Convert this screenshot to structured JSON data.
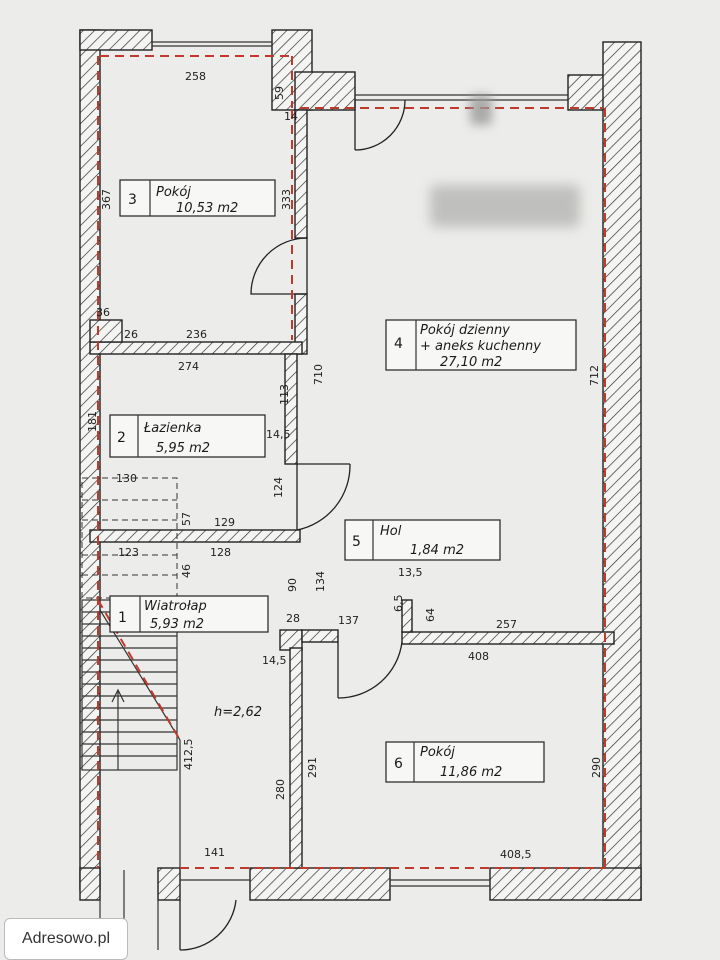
{
  "watermark": "Adresowo.pl",
  "rooms": [
    {
      "number": "3",
      "name": "Pokój",
      "area": "10,53 m2"
    },
    {
      "number": "4",
      "name": "Pokój dzienny",
      "name2": "+ aneks kuchenny",
      "area": "27,10 m2"
    },
    {
      "number": "2",
      "name": "Łazienka",
      "area": "5,95 m2"
    },
    {
      "number": "5",
      "name": "Hol",
      "area": "1,84 m2"
    },
    {
      "number": "1",
      "name": "Wiatrołap",
      "area": "5,93 m2"
    },
    {
      "number": "6",
      "name": "Pokój",
      "area": "11,86 m2"
    }
  ],
  "height_note": "h=2,62",
  "dimensions": {
    "d258": "258",
    "d59": "59",
    "d14": "14",
    "d367": "367",
    "d333": "333",
    "d36": "36",
    "d26": "26",
    "d236": "236",
    "d274": "274",
    "d710": "710",
    "d113": "113",
    "d181": "181",
    "d145a": "14,5",
    "d712": "712",
    "d124": "124",
    "d130": "130",
    "d57": "57",
    "d129": "129",
    "d128": "128",
    "d123": "123",
    "d46": "46",
    "d90": "90",
    "d134": "134",
    "d135": "13,5",
    "d65": "6,5",
    "d64": "64",
    "d28": "28",
    "d137": "137",
    "d257": "257",
    "d145b": "14,5",
    "d408": "408",
    "d4125": "412,5",
    "d291": "291",
    "d290": "290",
    "d280": "280",
    "d141": "141",
    "d4085": "408,5"
  }
}
